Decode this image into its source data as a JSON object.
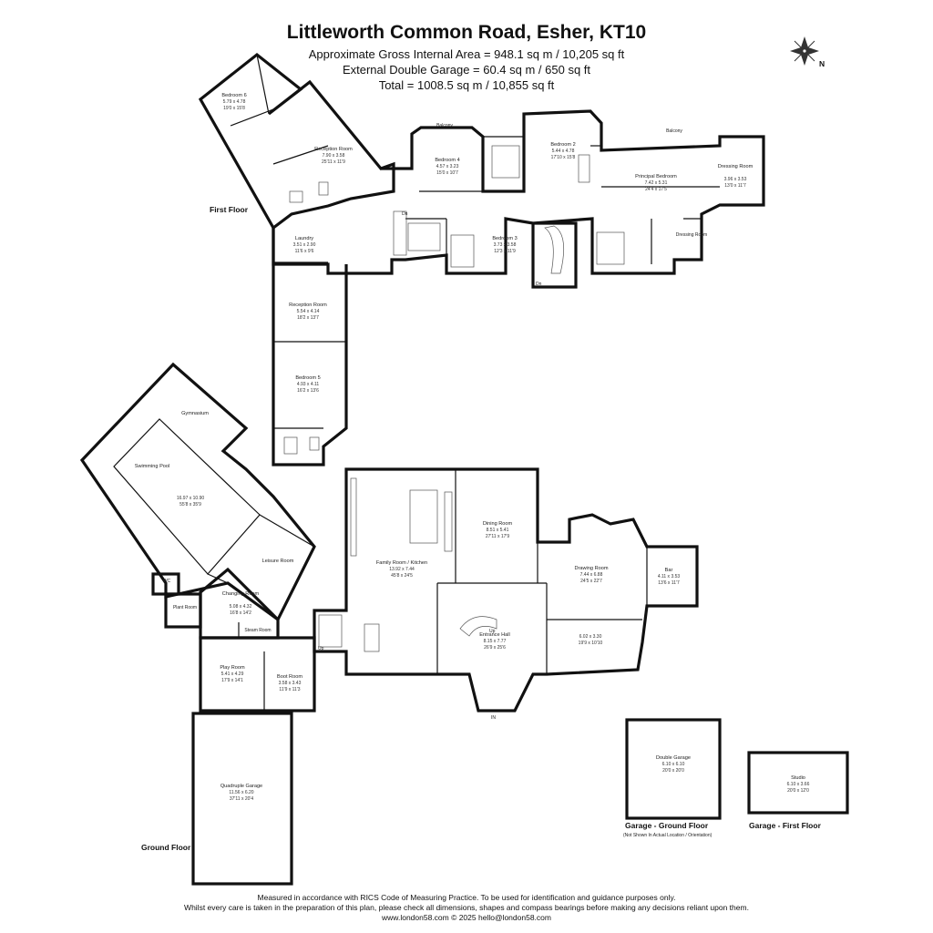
{
  "header": {
    "title": "Littleworth Common Road, Esher, KT10",
    "line1": "Approximate Gross Internal Area = 948.1 sq m / 10,205 sq ft",
    "line2": "External  Double Garage  = 60.4 sq m / 650 sq ft",
    "line3": "Total = 1008.5 sq m / 10,855 sq ft"
  },
  "compass": {
    "label": "N"
  },
  "floors": {
    "first": "First Floor",
    "ground": "Ground Floor",
    "garage_ground": "Garage - Ground Floor",
    "garage_note": "(Not Shown In Actual Location / Orientation)",
    "garage_first": "Garage - First Floor"
  },
  "rooms": {
    "bedroom6": {
      "name": "Bedroom 6",
      "metric": "5.79 x 4.78",
      "imperial": "19'0 x 15'8"
    },
    "reception1": {
      "name": "Reception Room",
      "metric": "7.90 x 3.58",
      "imperial": "25'11 x 11'9"
    },
    "balcony1": {
      "name": "Balcony"
    },
    "bedroom4": {
      "name": "Bedroom 4",
      "metric": "4.57 x 3.23",
      "imperial": "15'0 x 10'7"
    },
    "bedroom2": {
      "name": "Bedroom 2",
      "metric": "5.44 x 4.78",
      "imperial": "17'10 x 15'8"
    },
    "balcony2": {
      "name": "Balcony"
    },
    "principal": {
      "name": "Principal Bedroom",
      "metric": "7.42 x 5.31",
      "imperial": "24'4 x 17'5"
    },
    "dressing1": {
      "name": "Dressing Room",
      "metric": "3.96 x 3.53",
      "imperial": "13'0 x 11'7"
    },
    "dressing2": {
      "name": "Dressing Room"
    },
    "laundry": {
      "name": "Laundry",
      "metric": "3.51 x 2.90",
      "imperial": "11'6 x 9'6"
    },
    "bedroom3": {
      "name": "Bedroom 3",
      "metric": "3.73 x 3.58",
      "imperial": "12'3 x 11'9"
    },
    "reception2": {
      "name": "Reception Room",
      "metric": "5.54 x 4.14",
      "imperial": "18'2 x 13'7"
    },
    "bedroom5": {
      "name": "Bedroom 5",
      "metric": "4.93 x 4.11",
      "imperial": "16'2 x 13'6"
    },
    "gym": {
      "name": "Gymnasium"
    },
    "pool": {
      "name": "Swimming Pool",
      "metric": "16.97 x 10.90",
      "imperial": "55'8 x 35'9"
    },
    "leisure": {
      "name": "Leisure Room"
    },
    "wc": {
      "name": "WC"
    },
    "plant": {
      "name": "Plant Room"
    },
    "changing": {
      "name": "Changing Room",
      "metric": "5.08 x 4.32",
      "imperial": "16'8 x 14'2"
    },
    "steam": {
      "name": "Steam Room"
    },
    "family": {
      "name": "Family Room / Kitchen",
      "metric": "13.92 x 7.44",
      "imperial": "45'8 x 24'5"
    },
    "dining": {
      "name": "Dining Room",
      "metric": "8.51 x 5.41",
      "imperial": "27'11 x 17'9"
    },
    "drawing": {
      "name": "Drawing Room",
      "metric": "7.44 x 6.88",
      "imperial": "24'5 x 22'7"
    },
    "bar": {
      "name": "Bar",
      "metric": "4.11 x 3.53",
      "imperial": "13'6 x 11'7"
    },
    "hall": {
      "name": "Entrance Hall",
      "metric": "8.15 x 7.77",
      "imperial": "26'9 x 25'6"
    },
    "study": {
      "metric": "6.02 x 3.30",
      "imperial": "19'9 x 10'10"
    },
    "play": {
      "name": "Play Room",
      "metric": "5.41 x 4.29",
      "imperial": "17'9 x 14'1"
    },
    "boot": {
      "name": "Boot Room",
      "metric": "3.58 x 3.43",
      "imperial": "11'9 x 11'3"
    },
    "quad": {
      "name": "Quadruple Garage",
      "metric": "11.56 x 6.20",
      "imperial": "37'11 x 20'4"
    },
    "double": {
      "name": "Double Garage",
      "metric": "6.10 x 6.10",
      "imperial": "20'0 x 20'0"
    },
    "studio": {
      "name": "Studio",
      "metric": "6.10 x 3.66",
      "imperial": "20'0 x 12'0"
    }
  },
  "markers": {
    "dn1": "Dn",
    "dn2": "Dn",
    "up1": "Up",
    "up2": "Up",
    "in": "IN"
  },
  "footer": {
    "line1": "Measured in accordance with RICS Code of Measuring Practice. To be used for identification and guidance purposes only.",
    "line2": "Whilst every care is taken in the preparation of this plan, please check all dimensions, shapes and compass bearings before making any decisions reliant upon them.",
    "line3": "www.london58.com © 2025 hello@london58.com"
  }
}
